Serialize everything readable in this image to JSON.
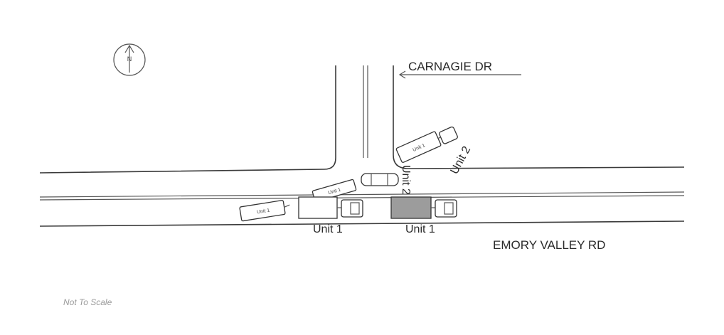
{
  "diagram": {
    "north_symbol": "N",
    "street_north_south": "CARNAGIE DR",
    "street_east_west": "EMORY VALLEY RD",
    "scale_note": "Not To Scale",
    "units": {
      "unit1_label": "Unit 1",
      "unit2_label": "Unit 2",
      "trailer_text": "Unit 1"
    },
    "colors": {
      "line": "#3a3a3a",
      "paper": "#ffffff",
      "shaded_trailer": "#9c9c9c"
    }
  }
}
